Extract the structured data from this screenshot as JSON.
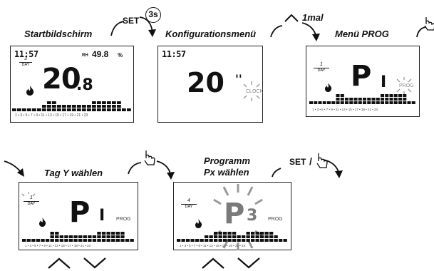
{
  "captions": {
    "start": "Startbildschirm",
    "config": "Konfigurationsmenü",
    "prog": "Menü PROG",
    "day": "Tag Y wählen",
    "program_line1": "Programm",
    "program_line2": "Px wählen"
  },
  "transitions": {
    "set": "SET",
    "set_hold": "3s",
    "up_once": "1mal",
    "set_confirm": "SET"
  },
  "screens": {
    "start": {
      "time": "11:57",
      "rh_label": "RH",
      "humidity": "49.8",
      "humidity_unit": "%",
      "temp_main": "20",
      "temp_decimal": ".8"
    },
    "config": {
      "time": "11:57",
      "value": "20",
      "unit_mark": "''",
      "blink_label": "CLOCK"
    },
    "prog": {
      "day_number": "1",
      "day_label": "DAY",
      "letter": "P",
      "digit": "I",
      "blink_label": "PROG"
    },
    "day": {
      "day_number": "1",
      "day_label": "DAY",
      "letter": "P",
      "digit": "I",
      "label": "PROG"
    },
    "program": {
      "day_number": "4",
      "day_label": "DAY",
      "letter": "P",
      "digit": "3",
      "label": "PROG"
    }
  },
  "timeline_labels": "1 • 3 • 5 • 7 • 9 • 11 • 13 • 15 • 17 • 19 • 21 • 23",
  "icons": [
    "flame-icon",
    "hand-pointer-icon",
    "up-arrow-icon",
    "down-arrow-icon",
    "curved-arrow-icon",
    "blink-rays-icon"
  ],
  "colors": {
    "lcd_segment": "#111111",
    "highlight_segment": "#7a7a7a",
    "outline": "#222222"
  }
}
